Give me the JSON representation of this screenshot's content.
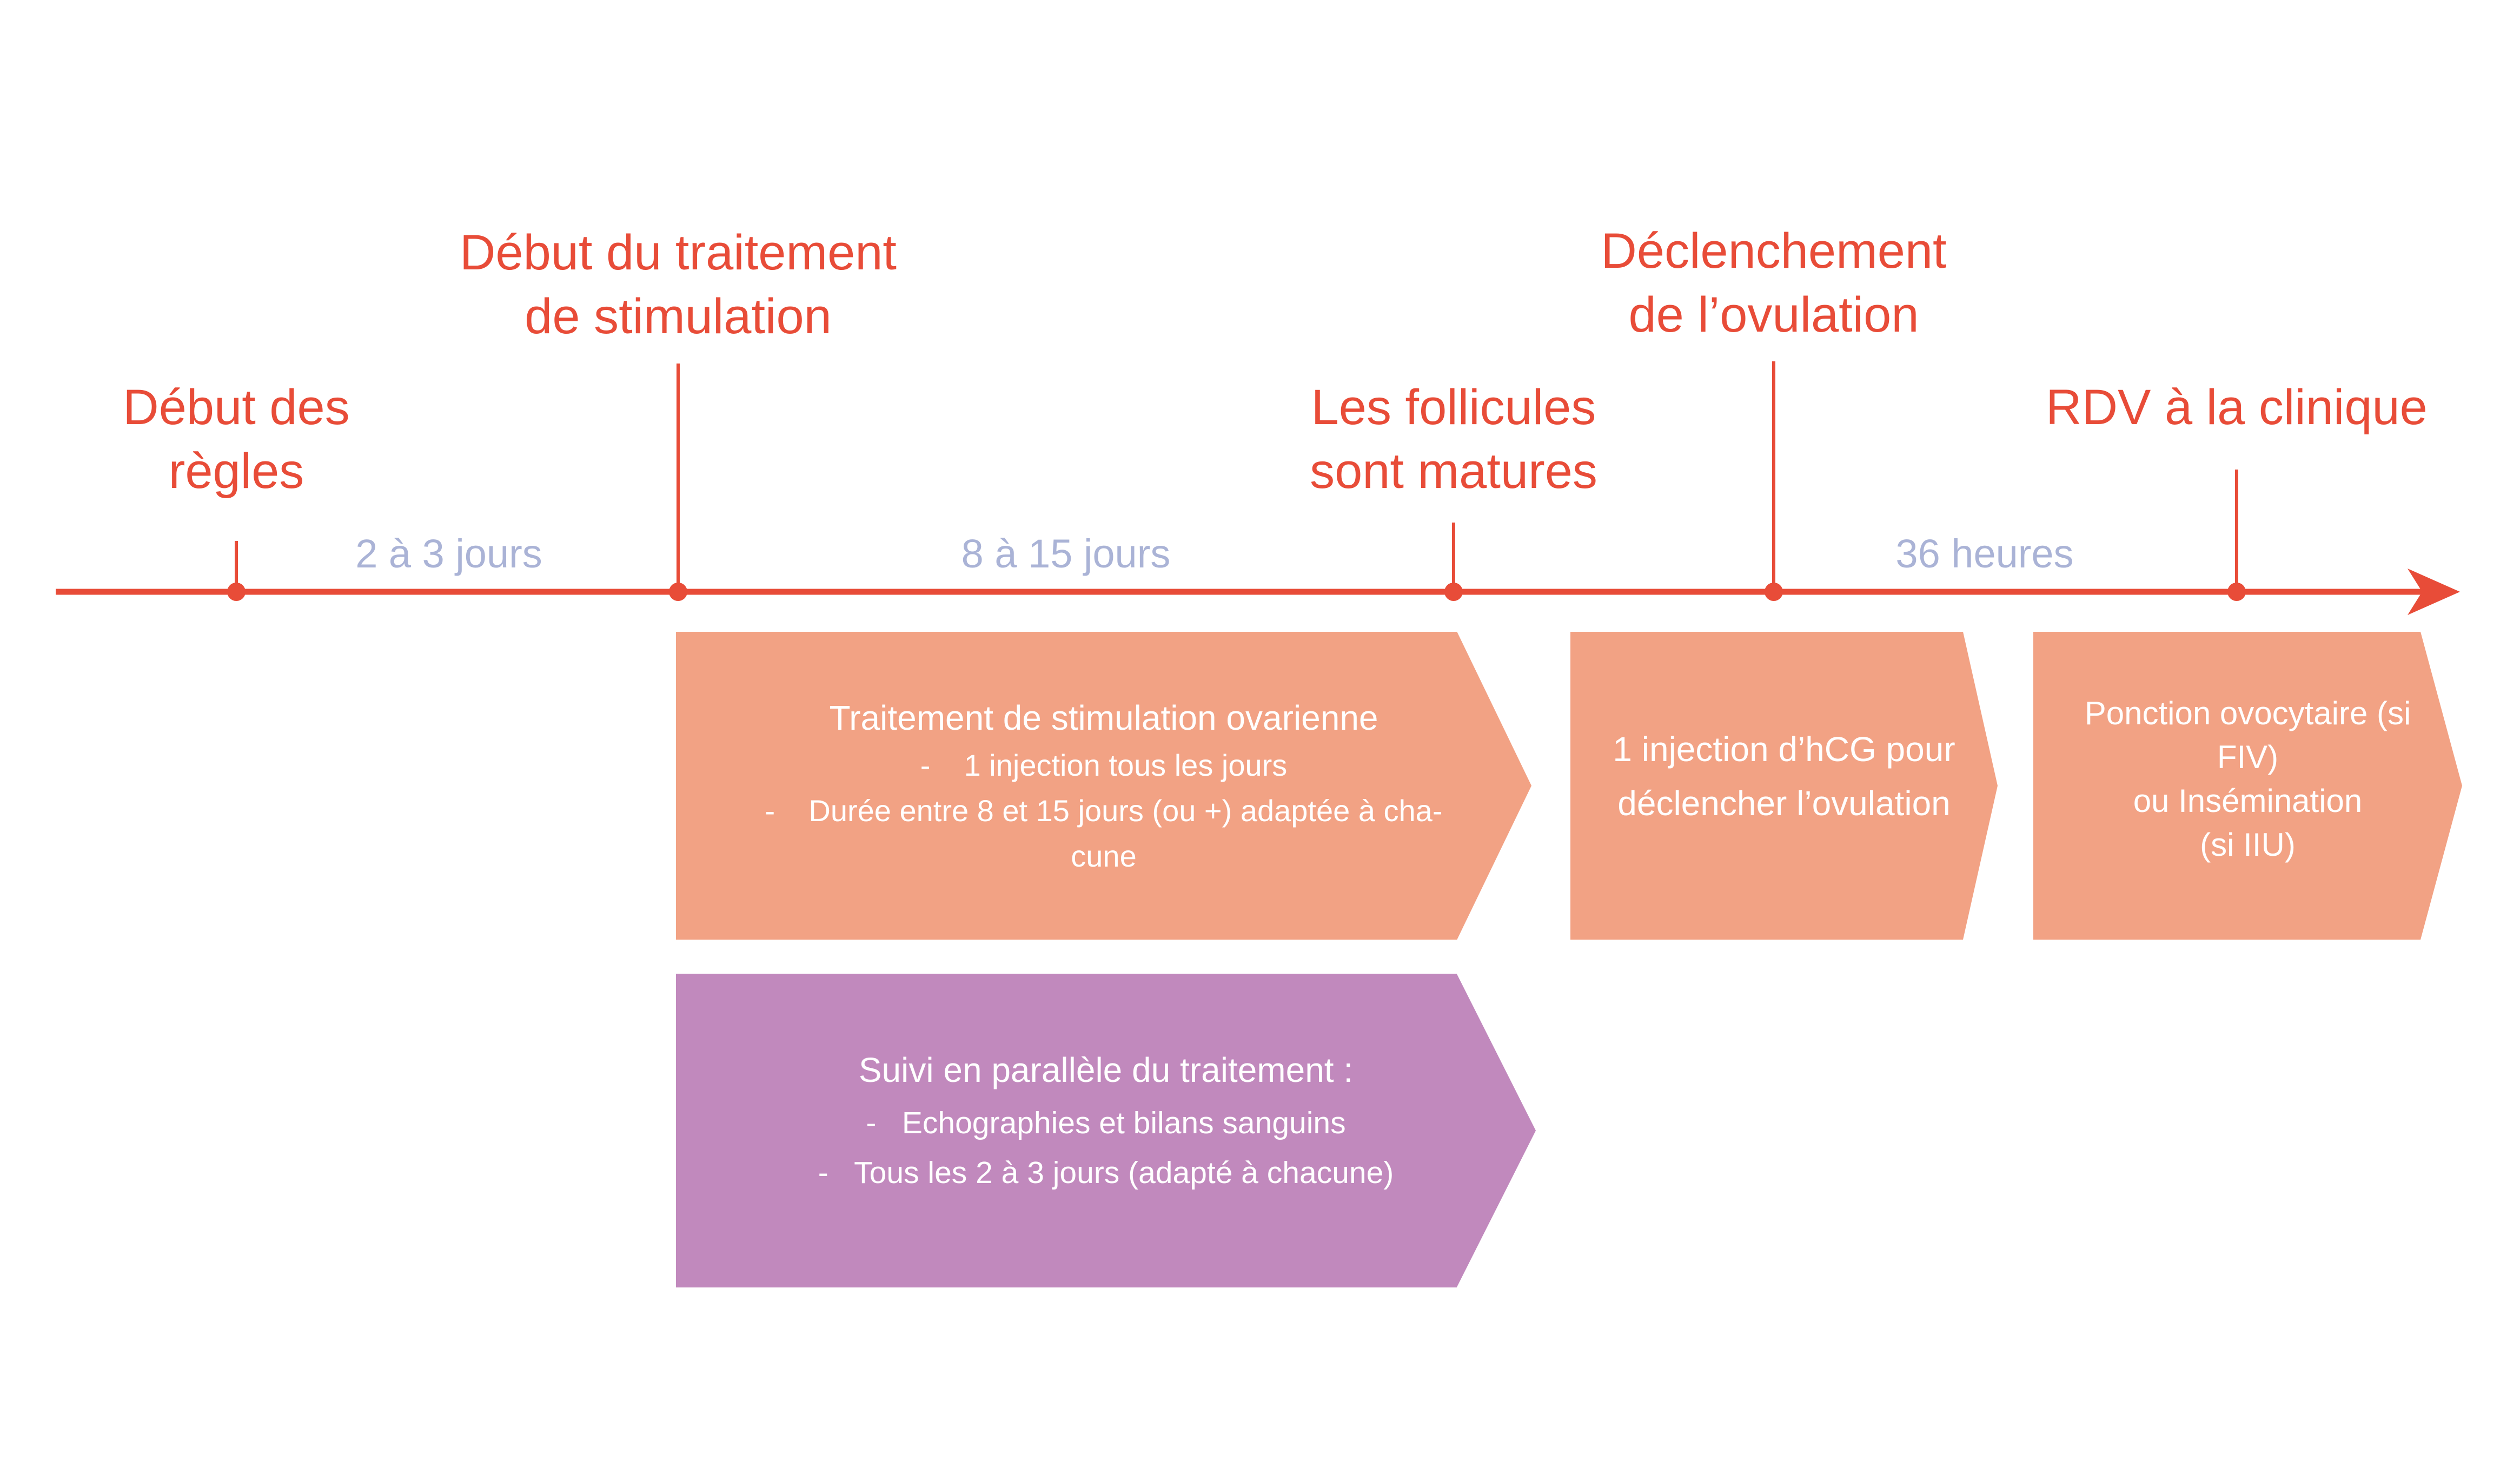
{
  "colors": {
    "red": "#e84c38",
    "salmon": "#f2a284",
    "purple": "#c189bd",
    "blue": "#aab3d6",
    "box_text": "#ffffff"
  },
  "timeline": {
    "events": [
      {
        "lines": [
          "Début des",
          "règles"
        ]
      },
      {
        "lines": [
          "Début du traitement",
          "de stimulation"
        ]
      },
      {
        "lines": [
          "Les follicules",
          "sont matures"
        ]
      },
      {
        "lines": [
          "Déclenchement",
          "de l’ovulation"
        ]
      },
      {
        "lines": [
          "RDV à la clinique"
        ]
      }
    ],
    "durations": [
      {
        "label": "2 à 3 jours"
      },
      {
        "label": "8 à 15 jours"
      },
      {
        "label": "36 heures"
      }
    ]
  },
  "boxes": [
    {
      "name": "stimulation-treatment",
      "lines": [
        "Traitement de stimulation ovarienne",
        "-    1 injection tous les jours",
        "-    Durée entre 8 et 15 jours (ou +) adaptée à cha-",
        "cune"
      ]
    },
    {
      "name": "hcg-trigger",
      "lines": [
        "1 injection d’hCG pour",
        "déclencher l’ovulation"
      ]
    },
    {
      "name": "clinic-procedure",
      "lines": [
        "Ponction ovocytaire (si",
        "FIV)",
        "ou Insémination",
        "(si IIU)"
      ]
    },
    {
      "name": "parallel-monitoring",
      "lines": [
        "Suivi en parallèle du traitement :",
        "-   Echographies et bilans sanguins",
        "-   Tous les 2 à 3 jours (adapté à chacune)"
      ]
    }
  ]
}
